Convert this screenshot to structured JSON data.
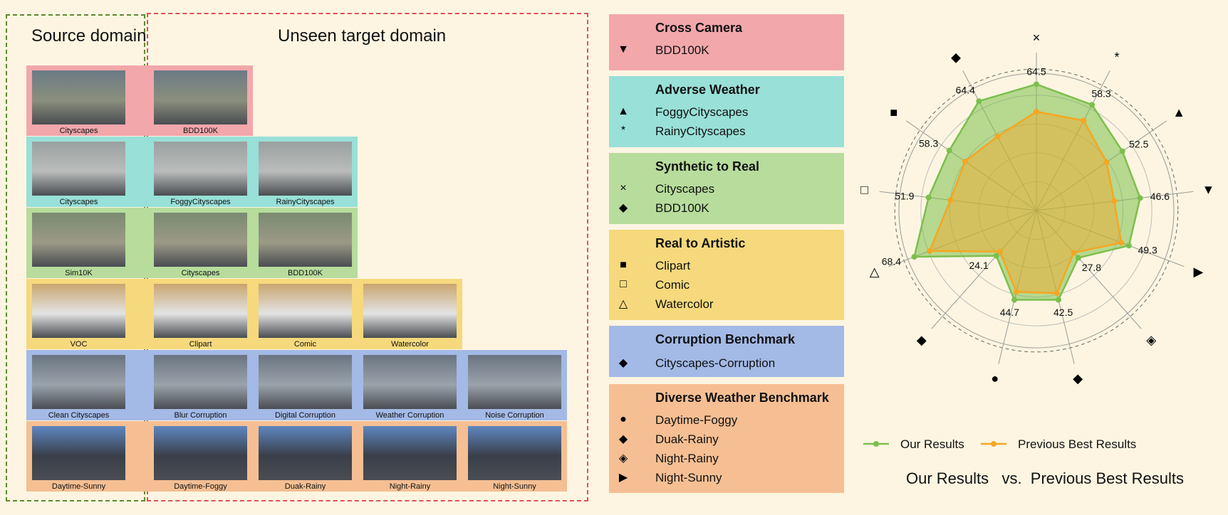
{
  "panel": {
    "source_header": "Source domain",
    "target_header": "Unseen target domain"
  },
  "rows": [
    {
      "color": "#f2a7ab",
      "source": "Cityscapes",
      "targets": [
        "BDD100K"
      ]
    },
    {
      "color": "#98e0d8",
      "source": "Cityscapes",
      "targets": [
        "FoggyCityscapes",
        "RainyCityscapes"
      ]
    },
    {
      "color": "#b7dc9c",
      "source": "Sim10K",
      "targets": [
        "Cityscapes",
        "BDD100K"
      ]
    },
    {
      "color": "#f5d97c",
      "source": "VOC",
      "targets": [
        "Clipart",
        "Comic",
        "Watercolor"
      ]
    },
    {
      "color": "#a3b9e6",
      "source": "Clean Cityscapes",
      "targets": [
        "Blur Corruption",
        "Digital Corruption",
        "Weather Corruption",
        "Noise Corruption"
      ]
    },
    {
      "color": "#f5bf93",
      "source": "Daytime-Sunny",
      "targets": [
        "Daytime-Foggy",
        "Duak-Rainy",
        "Night-Rainy",
        "Night-Sunny"
      ]
    }
  ],
  "legend": [
    {
      "title": "Cross Camera",
      "color": "#f2a7ab",
      "items": [
        {
          "symbol": "▼",
          "label": "BDD100K"
        }
      ]
    },
    {
      "title": "Adverse Weather",
      "color": "#98e0d8",
      "items": [
        {
          "symbol": "▲",
          "label": "FoggyCityscapes"
        },
        {
          "symbol": "*",
          "label": "RainyCityscapes"
        }
      ]
    },
    {
      "title": "Synthetic to Real",
      "color": "#b7dc9c",
      "items": [
        {
          "symbol": "×",
          "label": "Cityscapes"
        },
        {
          "symbol": "◆",
          "label": "BDD100K"
        }
      ]
    },
    {
      "title": "Real to Artistic",
      "color": "#f5d97c",
      "items": [
        {
          "symbol": "■",
          "label": "Clipart"
        },
        {
          "symbol": "□",
          "label": "Comic"
        },
        {
          "symbol": "△",
          "label": "Watercolor"
        }
      ]
    },
    {
      "title": "Corruption Benchmark",
      "color": "#a3b9e6",
      "items": [
        {
          "symbol": "◆",
          "label": "Cityscapes-Corruption"
        }
      ]
    },
    {
      "title": "Diverse Weather Benchmark",
      "color": "#f5bf93",
      "items": [
        {
          "symbol": "●",
          "label": "Daytime-Foggy"
        },
        {
          "symbol": "◆",
          "label": "Duak-Rainy"
        },
        {
          "symbol": "◈",
          "label": "Night-Rainy"
        },
        {
          "symbol": "▶",
          "label": "Night-Sunny"
        }
      ]
    }
  ],
  "chart_data": {
    "type": "radar",
    "title": "Our Results   vs.  Previous Best Results",
    "axes": [
      {
        "symbol": "×",
        "value_label": "64.5"
      },
      {
        "symbol": "*",
        "value_label": "58.3"
      },
      {
        "symbol": "▲",
        "value_label": "52.5"
      },
      {
        "symbol": "▼",
        "value_label": "46.6"
      },
      {
        "symbol": "▶",
        "value_label": "49.3"
      },
      {
        "symbol": "◈",
        "value_label": "27.8"
      },
      {
        "symbol": "◆",
        "value_label": "42.5"
      },
      {
        "symbol": "●",
        "value_label": "44.7"
      },
      {
        "symbol": "◆",
        "value_label": "24.1"
      },
      {
        "symbol": "△",
        "value_label": "68.4"
      },
      {
        "symbol": "□",
        "value_label": "51.9"
      },
      {
        "symbol": "■",
        "value_label": "58.3"
      },
      {
        "symbol": "◆",
        "value_label": "64.4"
      }
    ],
    "series": [
      {
        "name": "Our Results",
        "color": "#7cbf4d",
        "values": [
          0.92,
          0.87,
          0.76,
          0.76,
          0.72,
          0.46,
          0.67,
          0.67,
          0.44,
          0.95,
          0.79,
          0.77,
          0.9
        ]
      },
      {
        "name": "Previous Best Results",
        "color": "#f5a623",
        "values": [
          0.72,
          0.74,
          0.62,
          0.57,
          0.66,
          0.41,
          0.62,
          0.61,
          0.4,
          0.83,
          0.63,
          0.63,
          0.61
        ]
      }
    ],
    "grid_rings": 4,
    "legend_position": "bottom"
  }
}
